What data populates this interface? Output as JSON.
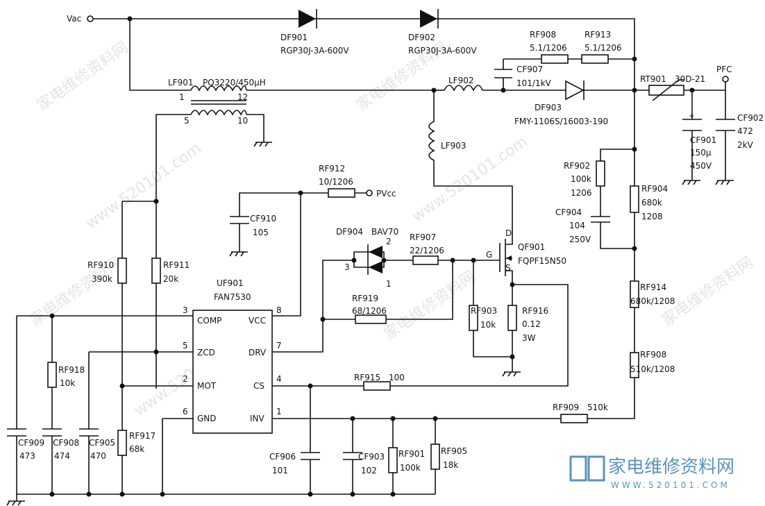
{
  "nodes": {
    "vac": "Vac",
    "pfc": "PFC",
    "pvcc": "PVcc"
  },
  "components": {
    "df901": {
      "ref": "DF901",
      "value": "RGP30J-3A-600V"
    },
    "df902": {
      "ref": "DF902",
      "value": "RGP30J-3A-600V"
    },
    "rf908a": {
      "ref": "RF908",
      "value": "5.1/1206"
    },
    "rf913": {
      "ref": "RF913",
      "value": "5.1/1206"
    },
    "cf907": {
      "ref": "CF907",
      "value": "101/1kV"
    },
    "lf901": {
      "ref": "LF901",
      "value": "PQ3220/450μH"
    },
    "lf902": {
      "ref": "LF902"
    },
    "lf903": {
      "ref": "LF903"
    },
    "df903": {
      "ref": "DF903",
      "value": "FMY-1106S/16003-190"
    },
    "rt901": {
      "ref": "RT901",
      "value": "30D-21"
    },
    "cf901": {
      "ref": "CF901",
      "value1": "150μ",
      "value2": "450V"
    },
    "cf902": {
      "ref": "CF902",
      "value1": "472",
      "value2": "2kV"
    },
    "rf902": {
      "ref": "RF902",
      "value1": "100k",
      "value2": "1206"
    },
    "cf904": {
      "ref": "CF904",
      "value1": "104",
      "value2": "250V"
    },
    "rf904": {
      "ref": "RF904",
      "value1": "680k",
      "value2": "1208"
    },
    "rf914": {
      "ref": "RF914",
      "value": "680k/1208"
    },
    "rf908b": {
      "ref": "RF908",
      "value": "510k/1208"
    },
    "rf912": {
      "ref": "RF912",
      "value": "10/1206"
    },
    "cf910": {
      "ref": "CF910",
      "value": "105"
    },
    "df904": {
      "ref": "DF904",
      "value": "BAV70"
    },
    "rf907": {
      "ref": "RF907",
      "value": "22/1206"
    },
    "rf919": {
      "ref": "RF919",
      "value": "68/1206"
    },
    "qf901": {
      "ref": "QF901",
      "value": "FQPF15N50"
    },
    "rf903": {
      "ref": "RF903",
      "value": "10k"
    },
    "rf916": {
      "ref": "RF916",
      "value1": "0.12",
      "value2": "3W"
    },
    "rf910": {
      "ref": "RF910",
      "value": "390k"
    },
    "rf911": {
      "ref": "RF911",
      "value": "20k"
    },
    "uf901": {
      "ref": "UF901",
      "value": "FAN7530"
    },
    "rf918": {
      "ref": "RF918",
      "value": "10k"
    },
    "rf915": {
      "ref": "RF915",
      "value": "100"
    },
    "rf909": {
      "ref": "RF909",
      "value": "510k"
    },
    "cf909": {
      "ref": "CF909",
      "value": "473"
    },
    "cf908": {
      "ref": "CF908",
      "value": "474"
    },
    "cf905": {
      "ref": "CF905",
      "value": "470"
    },
    "rf917": {
      "ref": "RF917",
      "value": "68k"
    },
    "cf906": {
      "ref": "CF906",
      "value": "101"
    },
    "cf903": {
      "ref": "CF903",
      "value": "102"
    },
    "rf901": {
      "ref": "RF901",
      "value": "100k"
    },
    "rf905": {
      "ref": "RF905",
      "value": "18k"
    }
  },
  "pins": {
    "lf901": [
      "1",
      "12",
      "5",
      "10"
    ],
    "df904": [
      "2",
      "3",
      "1"
    ],
    "qf901": [
      "D",
      "G",
      "S"
    ],
    "uf901": [
      {
        "num": "3",
        "name": "COMP"
      },
      {
        "num": "5",
        "name": "ZCD"
      },
      {
        "num": "2",
        "name": "MOT"
      },
      {
        "num": "6",
        "name": "GND"
      },
      {
        "num": "8",
        "name": "VCC"
      },
      {
        "num": "7",
        "name": "DRV"
      },
      {
        "num": "4",
        "name": "CS"
      },
      {
        "num": "1",
        "name": "INV"
      }
    ]
  },
  "watermark": {
    "cn": "家电维修资料网",
    "url": "www.520101.com",
    "logo_cn": "家电维修资料网",
    "logo_url": "WWW.520101.COM"
  },
  "colors": {
    "wire": "#111111",
    "logo": "#5a93b9",
    "watermark": "#cfcfcf"
  }
}
